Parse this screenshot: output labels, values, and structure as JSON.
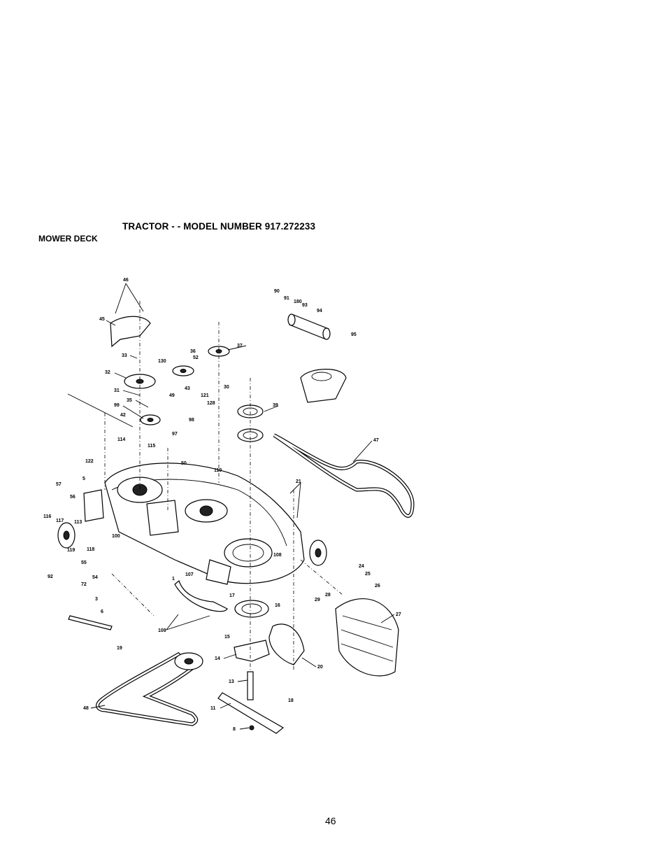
{
  "header": {
    "title": "TRACTOR - - MODEL NUMBER 917.272233",
    "section": "MOWER DECK"
  },
  "footer": {
    "page_number": "46"
  },
  "diagram": {
    "part_labels": [
      "46",
      "45",
      "33",
      "32",
      "31",
      "35",
      "99",
      "42",
      "130",
      "49",
      "36",
      "52",
      "37",
      "43",
      "121",
      "128",
      "98",
      "30",
      "39",
      "90",
      "91",
      "180",
      "93",
      "94",
      "95",
      "47",
      "21",
      "122",
      "57",
      "5",
      "114",
      "115",
      "97",
      "50",
      "56",
      "110",
      "116",
      "117",
      "113",
      "100",
      "118",
      "119",
      "55",
      "54",
      "72",
      "92",
      "3",
      "6",
      "19",
      "109",
      "17",
      "1",
      "107",
      "16",
      "108",
      "15",
      "14",
      "18",
      "20",
      "13",
      "11",
      "8",
      "48",
      "24",
      "25",
      "26",
      "27",
      "28",
      "29"
    ]
  }
}
